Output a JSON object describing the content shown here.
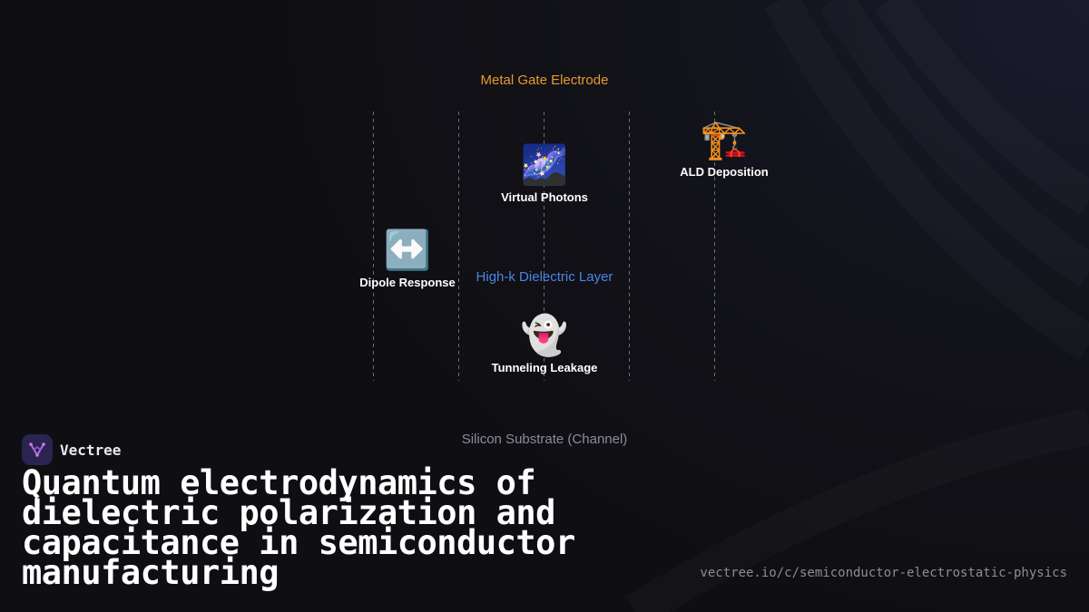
{
  "diagram": {
    "layers": {
      "gate": "Metal Gate Electrode",
      "dielectric": "High-k Dielectric Layer",
      "silicon": "Silicon Substrate (Channel)"
    },
    "nodes": {
      "virtual_photons": {
        "icon": "🌌",
        "label": "Virtual Photons"
      },
      "ald_deposition": {
        "icon": "🏗️",
        "label": "ALD Deposition"
      },
      "dipole_response": {
        "icon": "↔️",
        "label": "Dipole Response"
      },
      "tunneling_leakage": {
        "icon": "👻",
        "label": "Tunneling Leakage"
      }
    }
  },
  "brand": {
    "name": "Vectree"
  },
  "title": "Quantum electrodynamics of dielectric polarization and capacitance in semiconductor manufacturing",
  "url": "vectree.io/c/semiconductor-electrostatic-physics",
  "colors": {
    "gate_label": "#e79a2d",
    "dielectric_label": "#4a86e8",
    "silicon_label": "#8a8d99",
    "logo_bg": "#2a2450",
    "logo_accent": "#b46be0"
  }
}
